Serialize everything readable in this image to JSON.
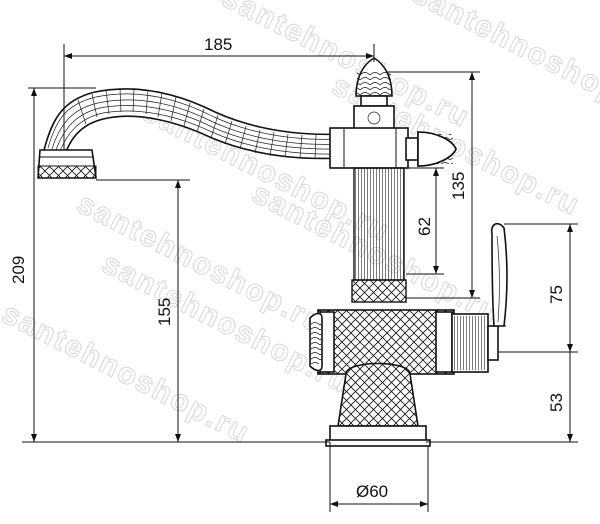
{
  "watermark": {
    "text": "santehnoshop.ru",
    "color": "#dadada"
  },
  "dimensions": {
    "spout_reach": "185",
    "total_height": "209",
    "spout_height": "155",
    "body_upper": "135",
    "column": "62",
    "lever": "75",
    "base": "53",
    "base_diameter": "Ø60"
  },
  "colors": {
    "line": "#111111",
    "background": "#ffffff"
  }
}
